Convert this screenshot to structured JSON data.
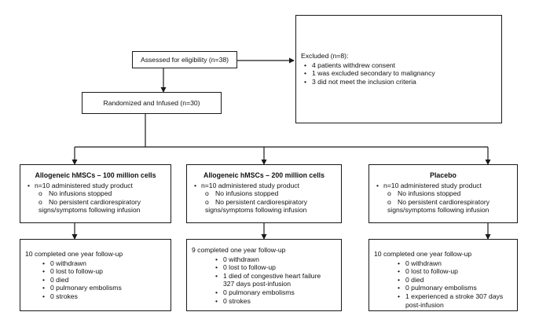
{
  "assessed": {
    "label": "Assessed for eligibility (n=38)"
  },
  "randomized": {
    "label": "Randomized and Infused (n=30)"
  },
  "excluded": {
    "heading": "Excluded (n=8):",
    "items": [
      "4 patients withdrew consent",
      "1 was excluded secondary to malignancy",
      "3 did not meet the inclusion criteria"
    ]
  },
  "arms": [
    {
      "title": "Allogeneic hMSCs – 100 million cells",
      "administered": "n=10 administered study product",
      "sub1": "No infusions stopped",
      "sub2a": "No persistent cardiorespiratory",
      "sub2b": "signs/symptoms following infusion",
      "follow_heading": "10 completed one year follow-up",
      "follow_items": [
        "0 withdrawn",
        "0 lost to follow-up",
        "0 died",
        "0 pulmonary embolisms",
        "0 strokes"
      ]
    },
    {
      "title": "Allogeneic hMSCs – 200 million cells",
      "administered": "n=10 administered study product",
      "sub1": "No infusions stopped",
      "sub2a": "No persistent cardiorespiratory",
      "sub2b": "signs/symptoms following infusion",
      "follow_heading": "9 completed one year follow-up",
      "follow_items": [
        "0 withdrawn",
        "0 lost to follow-up",
        "1 died of congestive heart failure",
        "327 days post-infusion",
        "0 pulmonary embolisms",
        "0 strokes"
      ]
    },
    {
      "title": "Placebo",
      "administered": "n=10 administered study product",
      "sub1": "No infusions stopped",
      "sub2a": "No persistent cardiorespiratory",
      "sub2b": "signs/symptoms following infusion",
      "follow_heading": "10 completed one year follow-up",
      "follow_items": [
        "0 withdrawn",
        "0 lost to follow-up",
        "0 died",
        "0 pulmonary embolisms",
        "1 experienced a stroke 307 days",
        "post-infusion"
      ]
    }
  ]
}
